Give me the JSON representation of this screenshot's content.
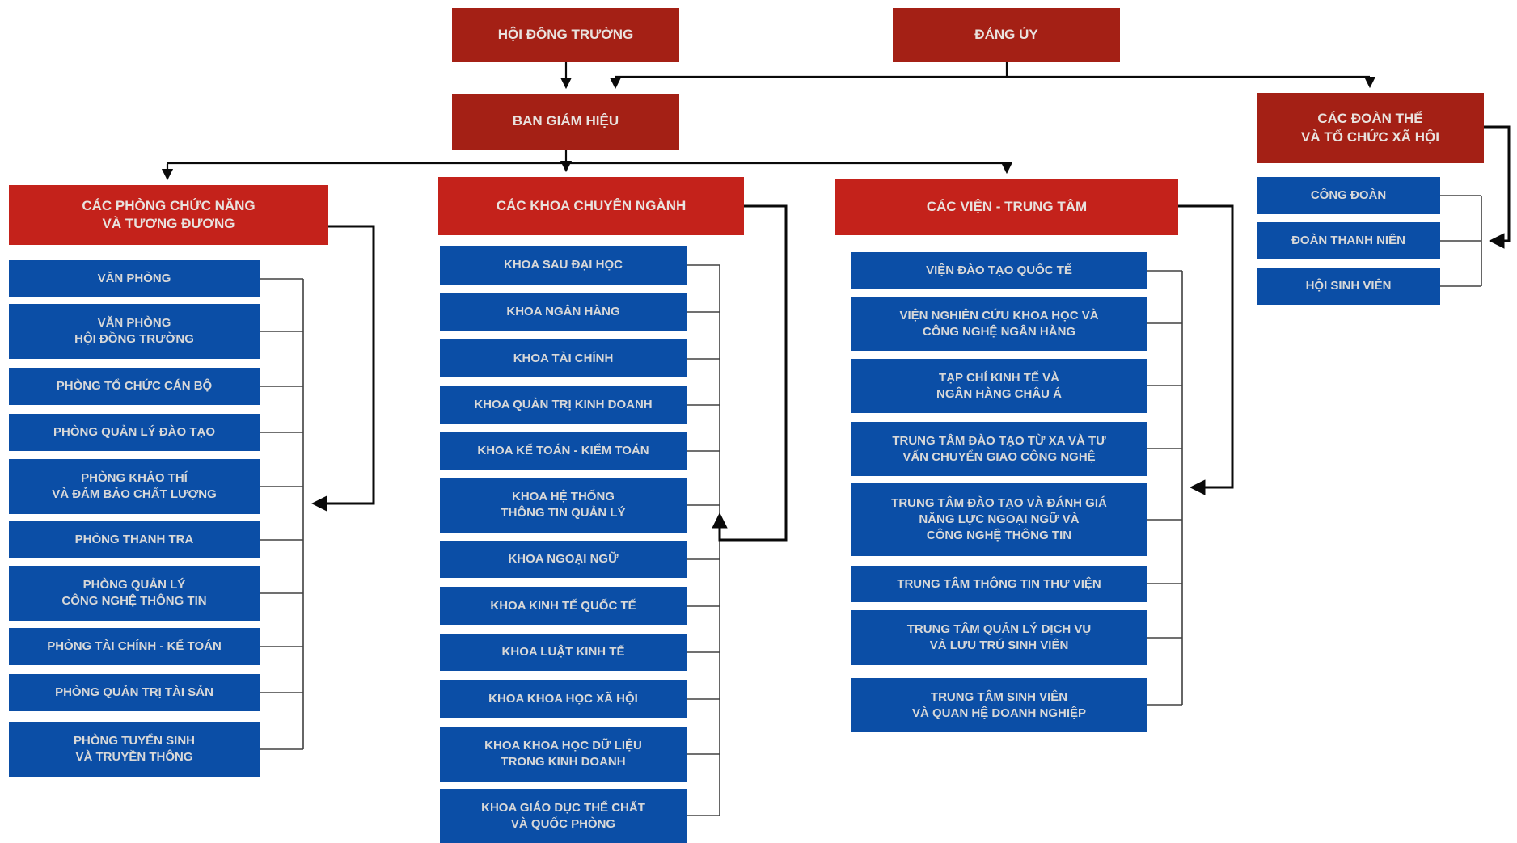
{
  "diagram": {
    "type": "org-chart",
    "colors": {
      "dark_red": "#A42015",
      "red": "#C4221B",
      "blue": "#0B4EA6",
      "line": "#404040",
      "heavy_line": "#0A0A0A"
    },
    "top_nodes": {
      "council": "HỘI ĐỒNG TRƯỜNG",
      "party": "ĐẢNG ỦY",
      "board": "BAN GIÁM HIỆU",
      "unions_header": "CÁC ĐOÀN THỂ\nVÀ TỔ CHỨC XÃ HỘI"
    },
    "union_items": [
      "CÔNG ĐOÀN",
      "ĐOÀN THANH NIÊN",
      "HỘI SINH VIÊN"
    ],
    "columns": [
      {
        "header": "CÁC PHÒNG CHỨC NĂNG\nVÀ TƯƠNG ĐƯƠNG",
        "items": [
          "VĂN PHÒNG",
          "VĂN PHÒNG\nHỘI ĐỒNG TRƯỜNG",
          "PHÒNG TỔ CHỨC CÁN BỘ",
          "PHÒNG QUẢN LÝ ĐÀO TẠO",
          "PHÒNG KHẢO THÍ\nVÀ ĐẢM BẢO CHẤT LƯỢNG",
          "PHÒNG THANH TRA",
          "PHÒNG QUẢN LÝ\nCÔNG NGHỆ THÔNG TIN",
          "PHÒNG TÀI CHÍNH - KẾ TOÁN",
          "PHÒNG QUẢN TRỊ TÀI SẢN",
          "PHÒNG TUYỂN SINH\nVÀ TRUYỀN THÔNG"
        ]
      },
      {
        "header": "CÁC KHOA CHUYÊN NGÀNH",
        "items": [
          "KHOA SAU ĐẠI HỌC",
          "KHOA NGÂN HÀNG",
          "KHOA TÀI CHÍNH",
          "KHOA QUẢN TRỊ KINH DOANH",
          "KHOA KẾ TOÁN - KIỂM TOÁN",
          "KHOA HỆ THỐNG\nTHÔNG TIN QUẢN LÝ",
          "KHOA NGOẠI NGỮ",
          "KHOA KINH TẾ QUỐC TẾ",
          "KHOA LUẬT KINH TẾ",
          "KHOA KHOA HỌC XÃ HỘI",
          "KHOA KHOA HỌC DỮ LIỆU\nTRONG KINH DOANH",
          "KHOA GIÁO DỤC THỂ CHẤT\nVÀ QUỐC PHÒNG"
        ]
      },
      {
        "header": "CÁC VIỆN - TRUNG TÂM",
        "items": [
          "VIỆN ĐÀO TẠO QUỐC TẾ",
          "VIỆN NGHIÊN CỨU KHOA HỌC VÀ\nCÔNG NGHỆ NGÂN HÀNG",
          "TẠP CHÍ KINH TẾ VÀ\nNGÂN HÀNG CHÂU Á",
          "TRUNG TÂM ĐÀO TẠO TỪ XA VÀ TƯ\nVẤN CHUYỂN GIAO CÔNG NGHỆ",
          "TRUNG TÂM ĐÀO TẠO VÀ ĐÁNH GIÁ\nNĂNG LỰC NGOẠI NGỮ VÀ\nCÔNG NGHỆ THÔNG TIN",
          "TRUNG TÂM THÔNG TIN THƯ VIỆN",
          "TRUNG TÂM QUẢN LÝ DỊCH VỤ\nVÀ LƯU TRÚ SINH VIÊN",
          "TRUNG TÂM SINH VIÊN\nVÀ QUAN HỆ DOANH NGHIỆP"
        ]
      }
    ]
  }
}
